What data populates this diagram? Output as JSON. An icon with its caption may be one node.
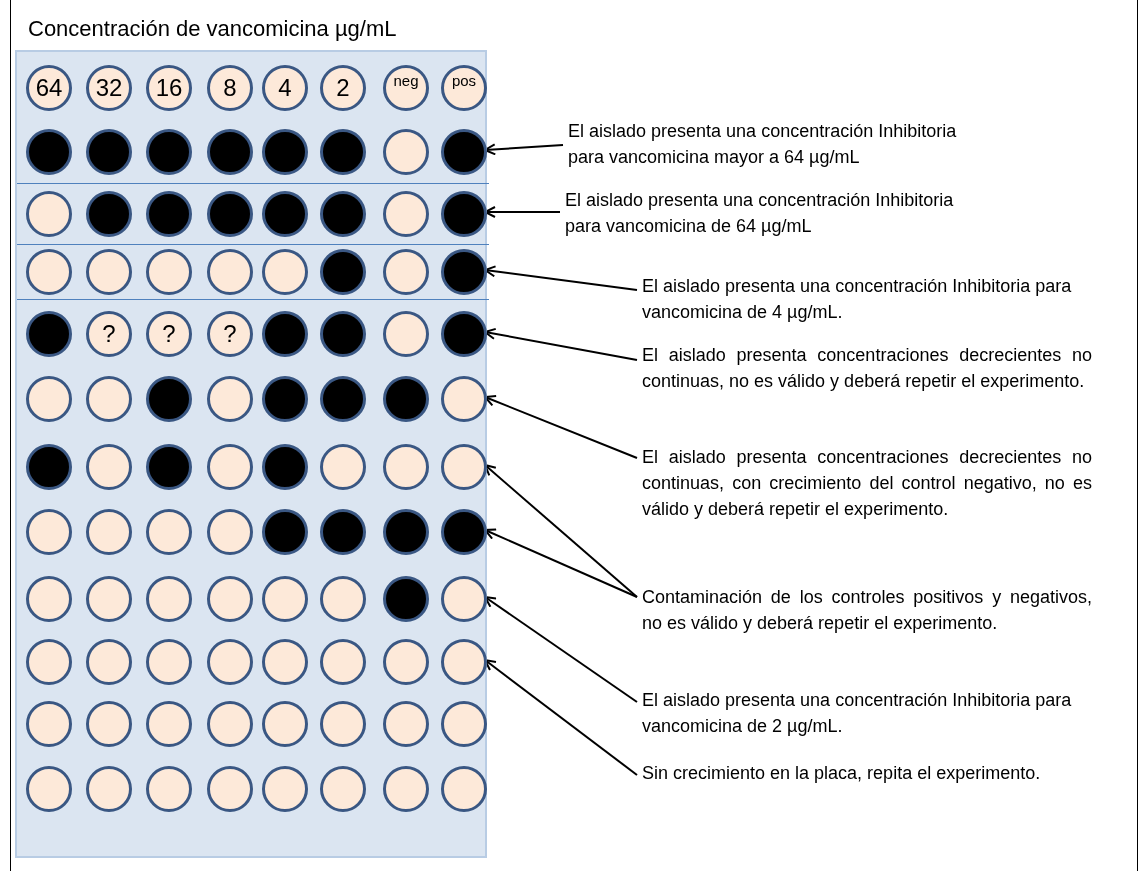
{
  "diagram": {
    "nodes": [
      {
        "text": [
          "Concentración de vancomicina µg/mL"
        ]
      },
      {
        "text": [
          "64"
        ],
        "in": 0
      },
      {
        "text": [
          "32"
        ],
        "in": 0
      },
      {
        "text": [
          "16"
        ],
        "in": 0
      },
      {
        "text": [
          "8"
        ],
        "in": 0
      },
      {
        "text": [
          "4"
        ],
        "in": 0
      },
      {
        "text": [
          "2"
        ],
        "in": 0
      },
      {
        "text": [
          "neg"
        ],
        "in": 0
      },
      {
        "text": [
          "pos"
        ],
        "in": 0
      },
      {
        "text": [],
        "shape": "circle",
        "in": 0
      },
      {
        "text": [],
        "shape": "circle",
        "in": 0
      },
      {
        "text": [],
        "shape": "circle",
        "in": 0
      },
      {
        "text": [],
        "shape": "circle",
        "in": 0
      },
      {
        "text": [],
        "shape": "circle",
        "in": 0
      },
      {
        "text": [],
        "shape": "circle",
        "in": 0
      },
      {
        "text": [],
        "shape": "circle",
        "in": 0
      },
      {
        "text": [],
        "shape": "circle",
        "in": 0
      },
      {
        "text": [],
        "shape": "circle",
        "in": 0
      },
      {
        "text": [],
        "shape": "circle",
        "in": 0
      },
      {
        "text": [],
        "shape": "circle",
        "in": 0
      },
      {
        "text": [],
        "shape": "circle",
        "in": 0
      },
      {
        "text": [],
        "shape": "circle",
        "in": 0
      },
      {
        "text": [],
        "shape": "circle",
        "in": 0
      },
      {
        "text": [],
        "shape": "circle",
        "in": 0
      },
      {
        "text": [],
        "shape": "circle",
        "in": 0
      },
      {
        "text": [],
        "shape": "circle",
        "in": 0
      },
      {
        "text": [],
        "shape": "circle",
        "in": 0
      },
      {
        "text": [],
        "shape": "circle",
        "in": 0
      },
      {
        "text": [],
        "shape": "circle",
        "in": 0
      },
      {
        "text": [],
        "shape": "circle",
        "in": 0
      },
      {
        "text": [],
        "shape": "circle",
        "in": 0
      },
      {
        "text": [],
        "shape": "circle",
        "in": 0
      },
      {
        "text": [],
        "shape": "circle",
        "in": 0
      },
      {
        "text": [],
        "shape": "circle",
        "in": 0
      },
      {
        "text": [
          "?"
        ],
        "in": 0
      },
      {
        "text": [
          "?"
        ],
        "in": 0
      },
      {
        "text": [
          "?"
        ],
        "in": 0
      },
      {
        "text": [],
        "shape": "circle",
        "in": 0
      },
      {
        "text": [],
        "shape": "circle",
        "in": 0
      },
      {
        "text": [],
        "shape": "circle",
        "in": 0
      },
      {
        "text": [],
        "shape": "circle",
        "in": 0
      },
      {
        "text": [],
        "shape": "circle",
        "in": 0
      },
      {
        "text": [],
        "shape": "circle",
        "in": 0
      },
      {
        "text": [],
        "shape": "circle",
        "in": 0
      },
      {
        "text": [],
        "shape": "circle",
        "in": 0
      },
      {
        "text": [],
        "shape": "circle",
        "in": 0
      },
      {
        "text": [],
        "shape": "circle",
        "in": 0
      },
      {
        "text": [],
        "shape": "circle",
        "in": 0
      },
      {
        "text": [],
        "shape": "circle",
        "in": 0
      },
      {
        "text": [],
        "shape": "circle",
        "in": 0
      },
      {
        "text": [],
        "shape": "circle",
        "in": 0
      },
      {
        "text": [],
        "shape": "circle",
        "in": 0
      },
      {
        "text": [],
        "shape": "circle",
        "in": 0
      },
      {
        "text": [],
        "shape": "circle",
        "in": 0
      },
      {
        "text": [],
        "shape": "circle",
        "in": 0
      },
      {
        "text": [],
        "shape": "circle",
        "in": 0
      },
      {
        "text": [],
        "shape": "circle",
        "in": 0
      },
      {
        "text": [],
        "shape": "circle",
        "in": 0
      },
      {
        "text": [],
        "shape": "circle",
        "in": 0
      },
      {
        "text": [],
        "shape": "circle",
        "in": 0
      },
      {
        "text": [],
        "shape": "circle",
        "in": 0
      },
      {
        "text": [],
        "shape": "circle",
        "in": 0
      },
      {
        "text": [],
        "shape": "circle",
        "in": 0
      },
      {
        "text": [],
        "shape": "circle",
        "in": 0
      },
      {
        "text": [],
        "shape": "circle",
        "in": 0
      },
      {
        "text": [],
        "shape": "circle",
        "in": 0
      },
      {
        "text": [],
        "shape": "circle",
        "in": 0
      },
      {
        "text": [],
        "shape": "circle",
        "in": 0
      },
      {
        "text": [],
        "shape": "circle",
        "in": 0
      },
      {
        "text": [],
        "shape": "circle",
        "in": 0
      },
      {
        "text": [],
        "shape": "circle",
        "in": 0
      },
      {
        "text": [],
        "shape": "circle",
        "in": 0
      },
      {
        "text": [],
        "shape": "circle",
        "in": 0
      },
      {
        "text": [],
        "shape": "circle",
        "in": 0
      },
      {
        "text": [],
        "shape": "circle",
        "in": 0
      },
      {
        "text": [],
        "shape": "circle",
        "in": 0
      },
      {
        "text": [],
        "shape": "circle",
        "in": 0
      },
      {
        "text": [],
        "shape": "circle",
        "in": 0
      },
      {
        "text": [],
        "shape": "circle",
        "in": 0
      },
      {
        "text": [],
        "shape": "circle",
        "in": 0
      },
      {
        "text": [],
        "shape": "circle",
        "in": 0
      },
      {
        "text": [],
        "shape": "circle",
        "in": 0
      },
      {
        "text": [],
        "shape": "circle",
        "in": 0
      },
      {
        "text": [],
        "shape": "circle",
        "in": 0
      },
      {
        "text": [],
        "shape": "circle",
        "in": 0
      },
      {
        "text": [],
        "shape": "circle",
        "in": 0
      },
      {
        "text": [],
        "shape": "circle",
        "in": 0
      },
      {
        "text": [],
        "shape": "circle",
        "in": 0
      },
      {
        "text": [],
        "shape": "circle",
        "in": 0
      },
      {
        "text": [],
        "shape": "circle",
        "in": 0
      },
      {
        "text": [],
        "shape": "circle",
        "in": 0
      },
      {
        "text": [],
        "shape": "circle",
        "in": 0
      },
      {
        "text": [],
        "shape": "circle",
        "in": 0
      },
      {
        "text": [],
        "shape": "circle",
        "in": 0
      },
      {
        "text": [],
        "shape": "circle",
        "in": 0
      },
      {
        "text": [],
        "shape": "circle",
        "in": 0
      },
      {
        "text": [],
        "shape": "circle",
        "in": 0
      },
      {
        "text": [
          "El aislado presenta una concentración Inhibitoria para vancomicina mayor a 64 µg/mL"
        ]
      },
      {
        "text": [
          "El aislado presenta una concentración Inhibitoria para vancomicina de 64 µg/mL"
        ]
      },
      {
        "text": [
          "El aislado presenta una concentración Inhibitoria para vancomicina de 4 µg/mL."
        ]
      },
      {
        "text": [
          "El aislado presenta concentraciones decrecientes no continuas, no es válido y deberá repetir el experimento."
        ]
      },
      {
        "text": [
          "El aislado presenta concentraciones decrecientes no continuas, con crecimiento del control negativo, no es válido y deberá repetir el experimento."
        ]
      },
      {
        "text": [
          "Contaminación de los controles positivos y negativos, no es válido y deberá repetir el experimento."
        ]
      },
      {
        "text": [
          "El aislado presenta una concentración Inhibitoria para vancomicina de 2 µg/mL."
        ]
      },
      {
        "text": [
          "Sin crecimiento en la placa, repita el experimento."
        ]
      }
    ],
    "edges": [
      {
        "from": 97,
        "to": 16,
        "arrow": "to"
      },
      {
        "from": 98,
        "to": 24,
        "arrow": "to"
      },
      {
        "from": 99,
        "to": 32,
        "arrow": "to"
      },
      {
        "from": 100,
        "to": 40,
        "arrow": "to"
      },
      {
        "from": 101,
        "to": 48,
        "arrow": "to"
      },
      {
        "from": 102,
        "to": 56,
        "arrow": "to"
      },
      {
        "from": 102,
        "to": 64,
        "arrow": "to"
      },
      {
        "from": 103,
        "to": 72,
        "arrow": "to"
      },
      {
        "from": 104,
        "to": 80,
        "arrow": "to"
      }
    ]
  }
}
